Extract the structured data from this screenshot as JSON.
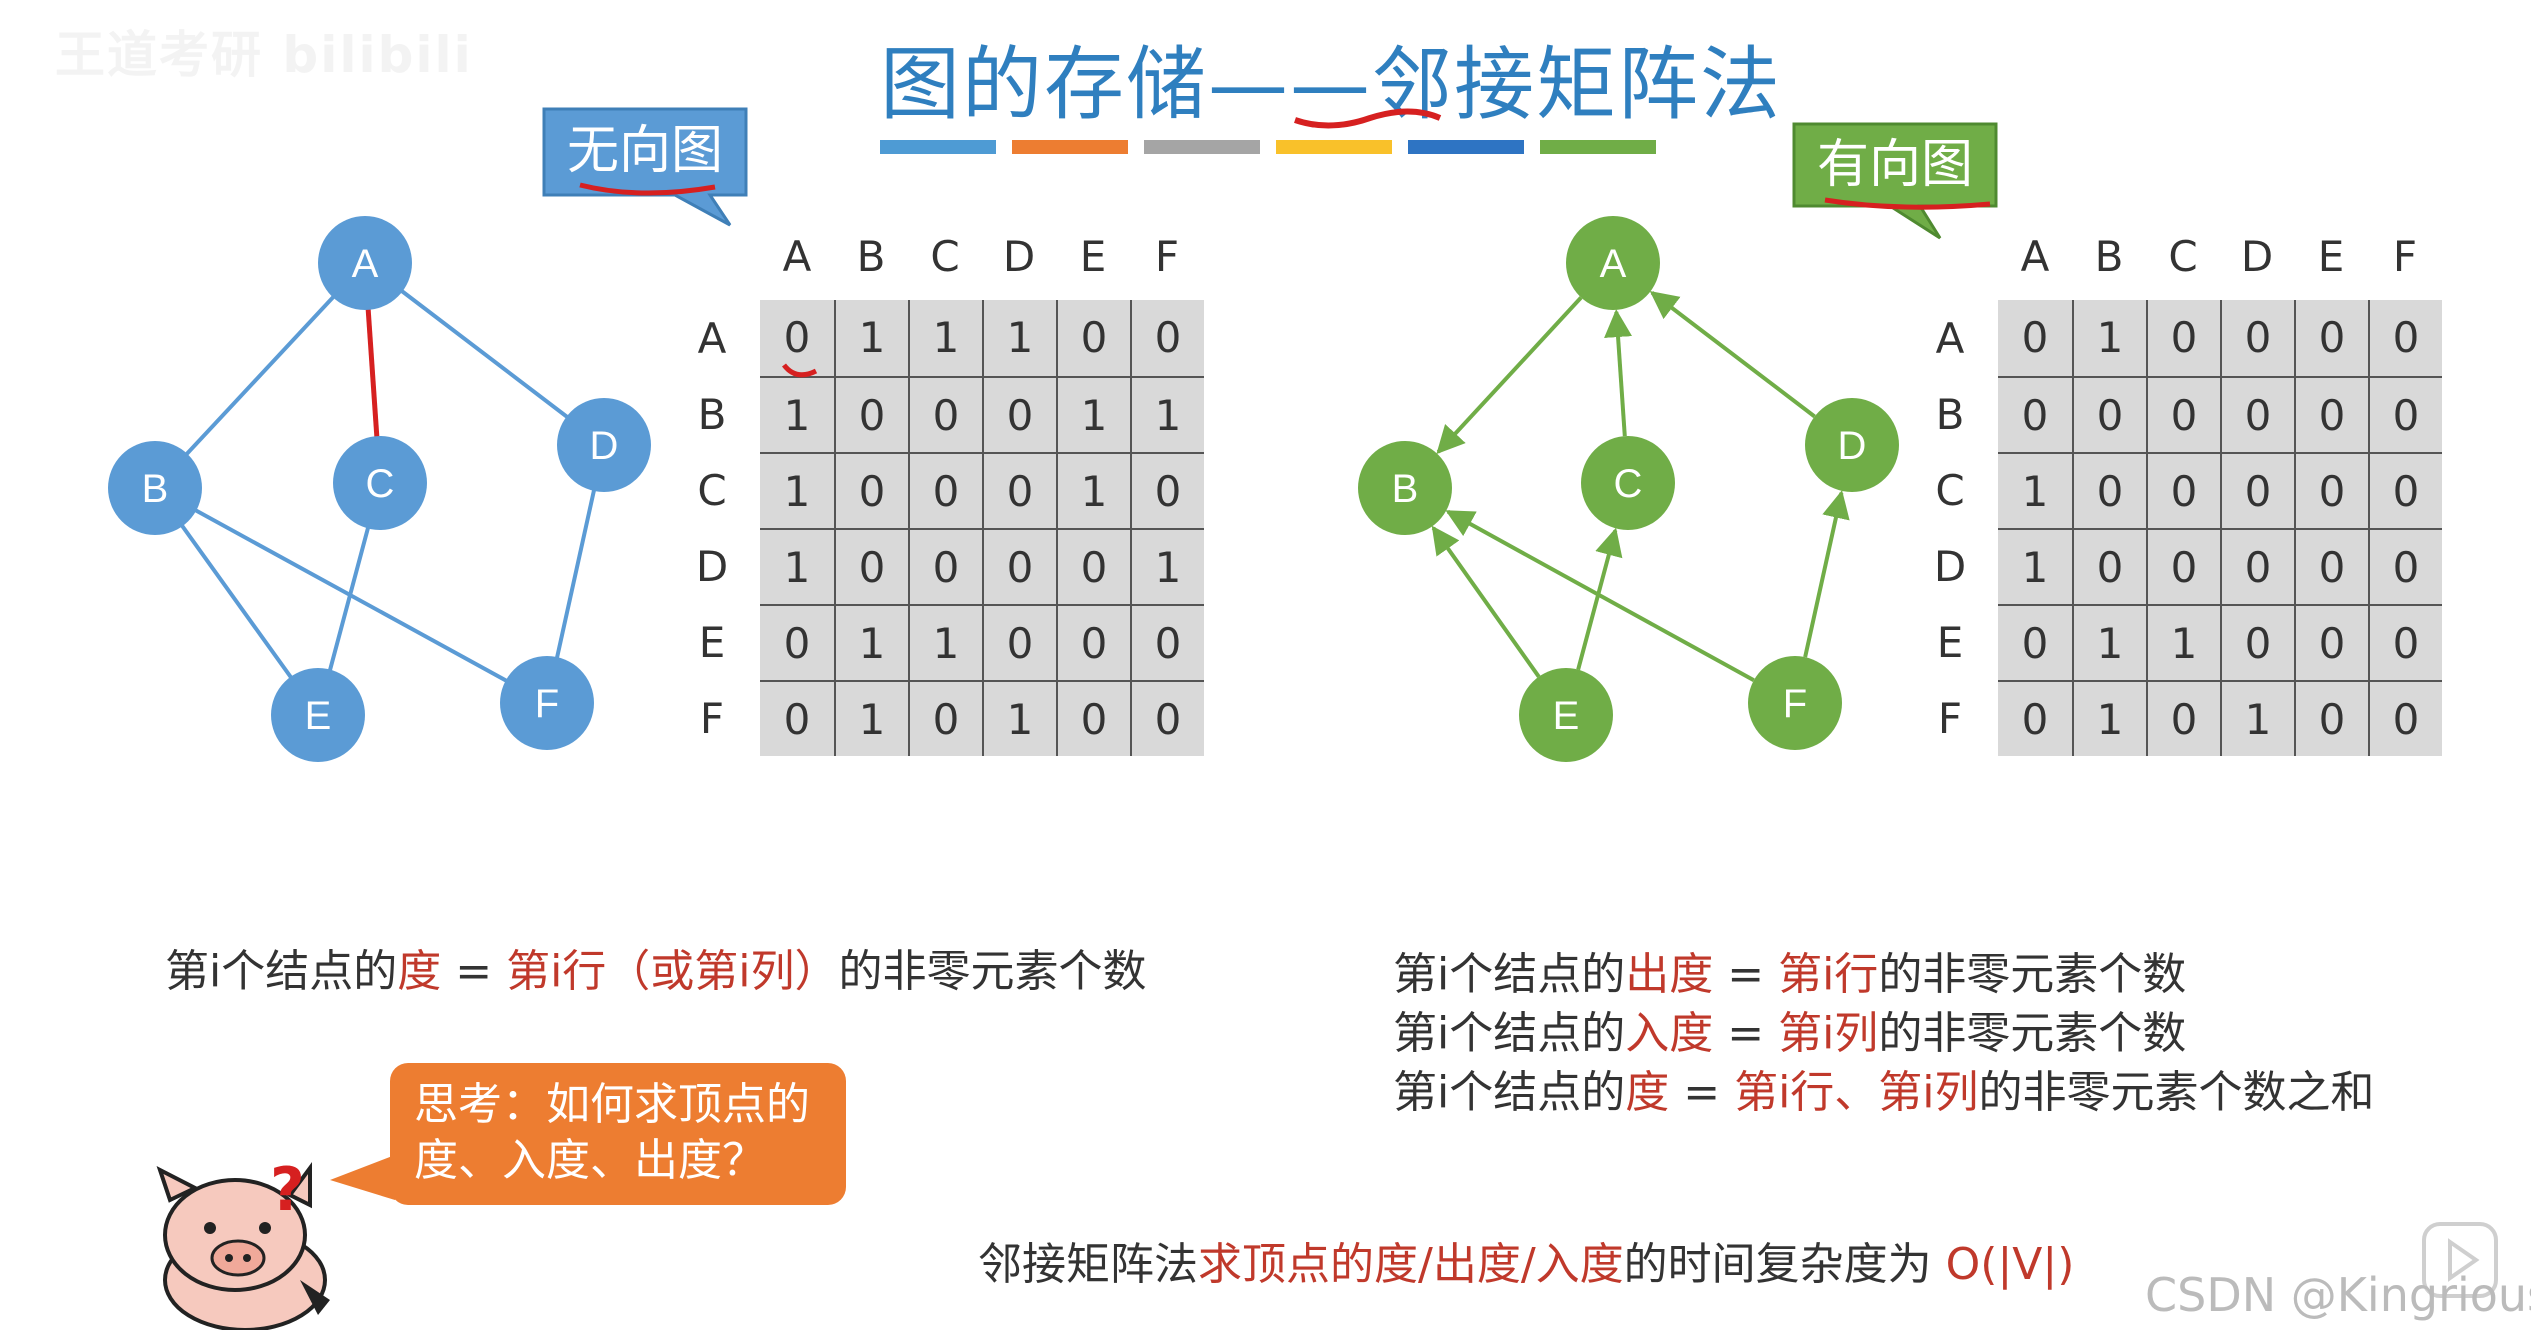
{
  "watermark": "王道考研 bilibili",
  "title": "图的存储——邻接矩阵法",
  "colors": {
    "undirected_node": "#5b9bd5",
    "directed_node": "#70ad47",
    "red_mark": "#d62020",
    "title": "#2f7fbf",
    "matrix_cell": "#d9d9d9",
    "title_bar": [
      "#4e9bd4",
      "#ed7d31",
      "#a5a5a5",
      "#f9c12a",
      "#2e74c3",
      "#70ad47"
    ]
  },
  "undirected": {
    "label": "无向图",
    "nodes": [
      "A",
      "B",
      "C",
      "D",
      "E",
      "F"
    ],
    "edges": [
      [
        "A",
        "B"
      ],
      [
        "A",
        "C"
      ],
      [
        "A",
        "D"
      ],
      [
        "B",
        "E"
      ],
      [
        "B",
        "F"
      ],
      [
        "C",
        "E"
      ],
      [
        "D",
        "F"
      ]
    ],
    "highlight_edge": [
      "A",
      "C"
    ],
    "matrix": {
      "cols": [
        "A",
        "B",
        "C",
        "D",
        "E",
        "F"
      ],
      "rows": [
        "A",
        "B",
        "C",
        "D",
        "E",
        "F"
      ],
      "values": [
        [
          "0",
          "1",
          "1",
          "1",
          "0",
          "0"
        ],
        [
          "1",
          "0",
          "0",
          "0",
          "1",
          "1"
        ],
        [
          "1",
          "0",
          "0",
          "0",
          "1",
          "0"
        ],
        [
          "1",
          "0",
          "0",
          "0",
          "0",
          "1"
        ],
        [
          "0",
          "1",
          "1",
          "0",
          "0",
          "0"
        ],
        [
          "0",
          "1",
          "0",
          "1",
          "0",
          "0"
        ]
      ]
    }
  },
  "directed": {
    "label": "有向图",
    "nodes": [
      "A",
      "B",
      "C",
      "D",
      "E",
      "F"
    ],
    "arcs": [
      [
        "A",
        "B"
      ],
      [
        "C",
        "A"
      ],
      [
        "D",
        "A"
      ],
      [
        "E",
        "B"
      ],
      [
        "F",
        "B"
      ],
      [
        "E",
        "C"
      ],
      [
        "F",
        "D"
      ]
    ],
    "matrix": {
      "cols": [
        "A",
        "B",
        "C",
        "D",
        "E",
        "F"
      ],
      "rows": [
        "A",
        "B",
        "C",
        "D",
        "E",
        "F"
      ],
      "values": [
        [
          "0",
          "1",
          "0",
          "0",
          "0",
          "0"
        ],
        [
          "0",
          "0",
          "0",
          "0",
          "0",
          "0"
        ],
        [
          "1",
          "0",
          "0",
          "0",
          "0",
          "0"
        ],
        [
          "1",
          "0",
          "0",
          "0",
          "0",
          "0"
        ],
        [
          "0",
          "1",
          "1",
          "0",
          "0",
          "0"
        ],
        [
          "0",
          "1",
          "0",
          "1",
          "0",
          "0"
        ]
      ]
    }
  },
  "texts": {
    "undirected_degree": [
      {
        "t": "第i个结点的",
        "c": "n"
      },
      {
        "t": "度",
        "c": "r"
      },
      {
        "t": " = ",
        "c": "n"
      },
      {
        "t": "第i行（或第i列）",
        "c": "r"
      },
      {
        "t": "的非零元素个数",
        "c": "n"
      }
    ],
    "out_degree": [
      {
        "t": "第i个结点的",
        "c": "n"
      },
      {
        "t": "出度",
        "c": "r"
      },
      {
        "t": " = ",
        "c": "n"
      },
      {
        "t": "第i行",
        "c": "r"
      },
      {
        "t": "的非零元素个数",
        "c": "n"
      }
    ],
    "in_degree": [
      {
        "t": "第i个结点的",
        "c": "n"
      },
      {
        "t": "入度",
        "c": "r"
      },
      {
        "t": " = ",
        "c": "n"
      },
      {
        "t": "第i列",
        "c": "r"
      },
      {
        "t": "的非零元素个数",
        "c": "n"
      }
    ],
    "degree": [
      {
        "t": "第i个结点的",
        "c": "n"
      },
      {
        "t": "度",
        "c": "r"
      },
      {
        "t": " = ",
        "c": "n"
      },
      {
        "t": "第i行、第i列",
        "c": "r"
      },
      {
        "t": "的非零元素个数之和",
        "c": "n"
      }
    ],
    "complexity": [
      {
        "t": "邻接矩阵法",
        "c": "n"
      },
      {
        "t": "求顶点的度/出度/入度",
        "c": "r"
      },
      {
        "t": "的时间复杂度为 ",
        "c": "n"
      },
      {
        "t": "O(|V|)",
        "c": "r"
      }
    ]
  },
  "think_bubble": "思考：如何求顶点的度、入度、出度？",
  "think_mark": "?",
  "csdn": "CSDN @Kingrious"
}
